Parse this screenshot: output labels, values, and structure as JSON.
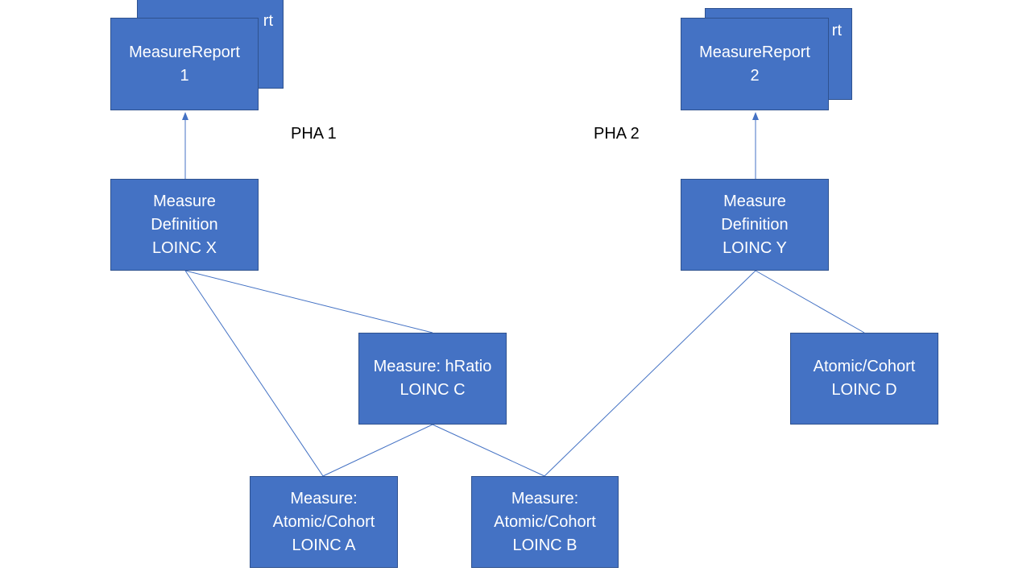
{
  "labels": {
    "pha1": "PHA 1",
    "pha2": "PHA 2"
  },
  "report1": {
    "back_text": "rt",
    "front_text": "MeasureReport\n1"
  },
  "report2": {
    "back_text": "rt",
    "front_text": "MeasureReport\n2"
  },
  "measures": {
    "def_x": "Measure\nDefinition\nLOINC X",
    "def_y": "Measure\nDefinition\nLOINC Y",
    "hratio_c": "Measure: hRatio\nLOINC C",
    "atomic_d": "Atomic/Cohort\nLOINC D",
    "atomic_a": "Measure:\nAtomic/Cohort\nLOINC A",
    "atomic_b": "Measure:\nAtomic/Cohort\nLOINC B"
  },
  "colors": {
    "box_fill": "#4472c4",
    "box_border": "#2f528f",
    "connector": "#4472c4",
    "box_text": "#ffffff"
  }
}
